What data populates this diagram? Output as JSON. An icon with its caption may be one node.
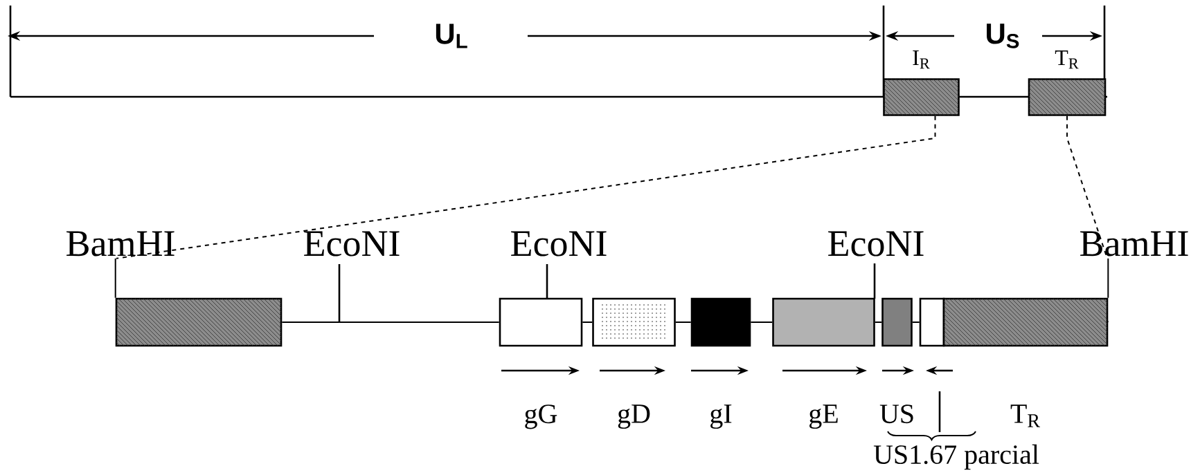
{
  "diagram": {
    "nodes": [
      {
        "text": [
          "I$_{R}$"
        ]
      },
      {
        "text": [
          "T$_{R}$"
        ]
      },
      {
        "text": [
          "BamHI"
        ]
      },
      {
        "text": [
          "BamHI"
        ]
      },
      {
        "text": [],
        "shape": "box"
      },
      {
        "text": [],
        "shape": "box",
        "beside": [
          "gG"
        ]
      },
      {
        "text": [],
        "shape": "box",
        "beside": [
          "gD"
        ]
      },
      {
        "text": [],
        "shape": "box",
        "beside": [
          "gI"
        ]
      },
      {
        "text": [],
        "shape": "box",
        "beside": [
          "gE"
        ]
      },
      {
        "text": [],
        "shape": "box",
        "beside": [
          "US"
        ]
      },
      {
        "text": [],
        "shape": "box"
      },
      {
        "text": [],
        "shape": "box",
        "beside": [
          "T$_{R}$"
        ]
      }
    ],
    "edges": [
      {
        "from": 0,
        "to": 2,
        "arrow": "none",
        "style": "dashed"
      },
      {
        "from": 1,
        "to": 3,
        "arrow": "none",
        "style": "dashed"
      },
      {
        "from": 2,
        "to": 4,
        "arrow": "none"
      },
      {
        "from": 3,
        "to": 11,
        "arrow": "none"
      },
      {
        "from": 4,
        "to": 5,
        "arrow": "none"
      },
      {
        "from": 5,
        "to": 6,
        "arrow": "none"
      },
      {
        "from": 6,
        "to": 7,
        "arrow": "none"
      },
      {
        "from": 7,
        "to": 8,
        "arrow": "none"
      },
      {
        "from": 8,
        "to": 9,
        "arrow": "none"
      },
      {
        "from": 9,
        "to": 10,
        "arrow": "none"
      }
    ],
    "labels": [
      "U$_{L}$",
      "U$_{S}$",
      "EcoNI",
      "EcoNI",
      "EcoNI",
      "US1.67 parcial"
    ]
  }
}
